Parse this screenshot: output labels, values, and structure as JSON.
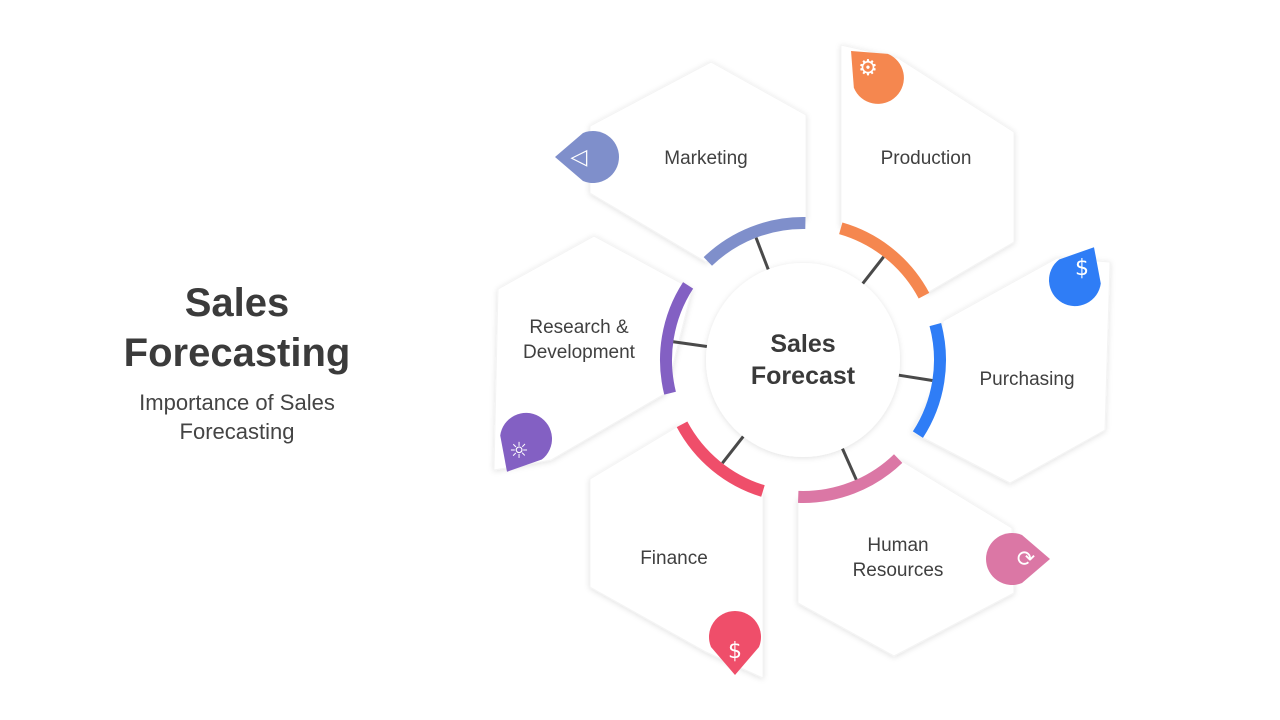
{
  "title": "Sales Forecasting",
  "subtitle": "Importance of Sales Forecasting",
  "center": {
    "line1": "Sales",
    "line2": "Forecast"
  },
  "segments": [
    {
      "id": "marketing",
      "label": "Marketing",
      "icon": "megaphone-icon",
      "color": "#7F8FCB"
    },
    {
      "id": "production",
      "label": "Production",
      "icon": "conveyor-gear-icon",
      "color": "#F5874F"
    },
    {
      "id": "purchasing",
      "label": "Purchasing",
      "icon": "shopping-cart-icon",
      "color": "#2F7DF6"
    },
    {
      "id": "human-resources",
      "label": "Human Resources",
      "icon": "people-cycle-icon",
      "color": "#DB77A5"
    },
    {
      "id": "finance",
      "label": "Finance",
      "icon": "money-bag-icon",
      "color": "#EF4E6A"
    },
    {
      "id": "research-development",
      "label": "Research & Development",
      "icon": "lightbulb-gear-icon",
      "color": "#8360C3"
    }
  ]
}
